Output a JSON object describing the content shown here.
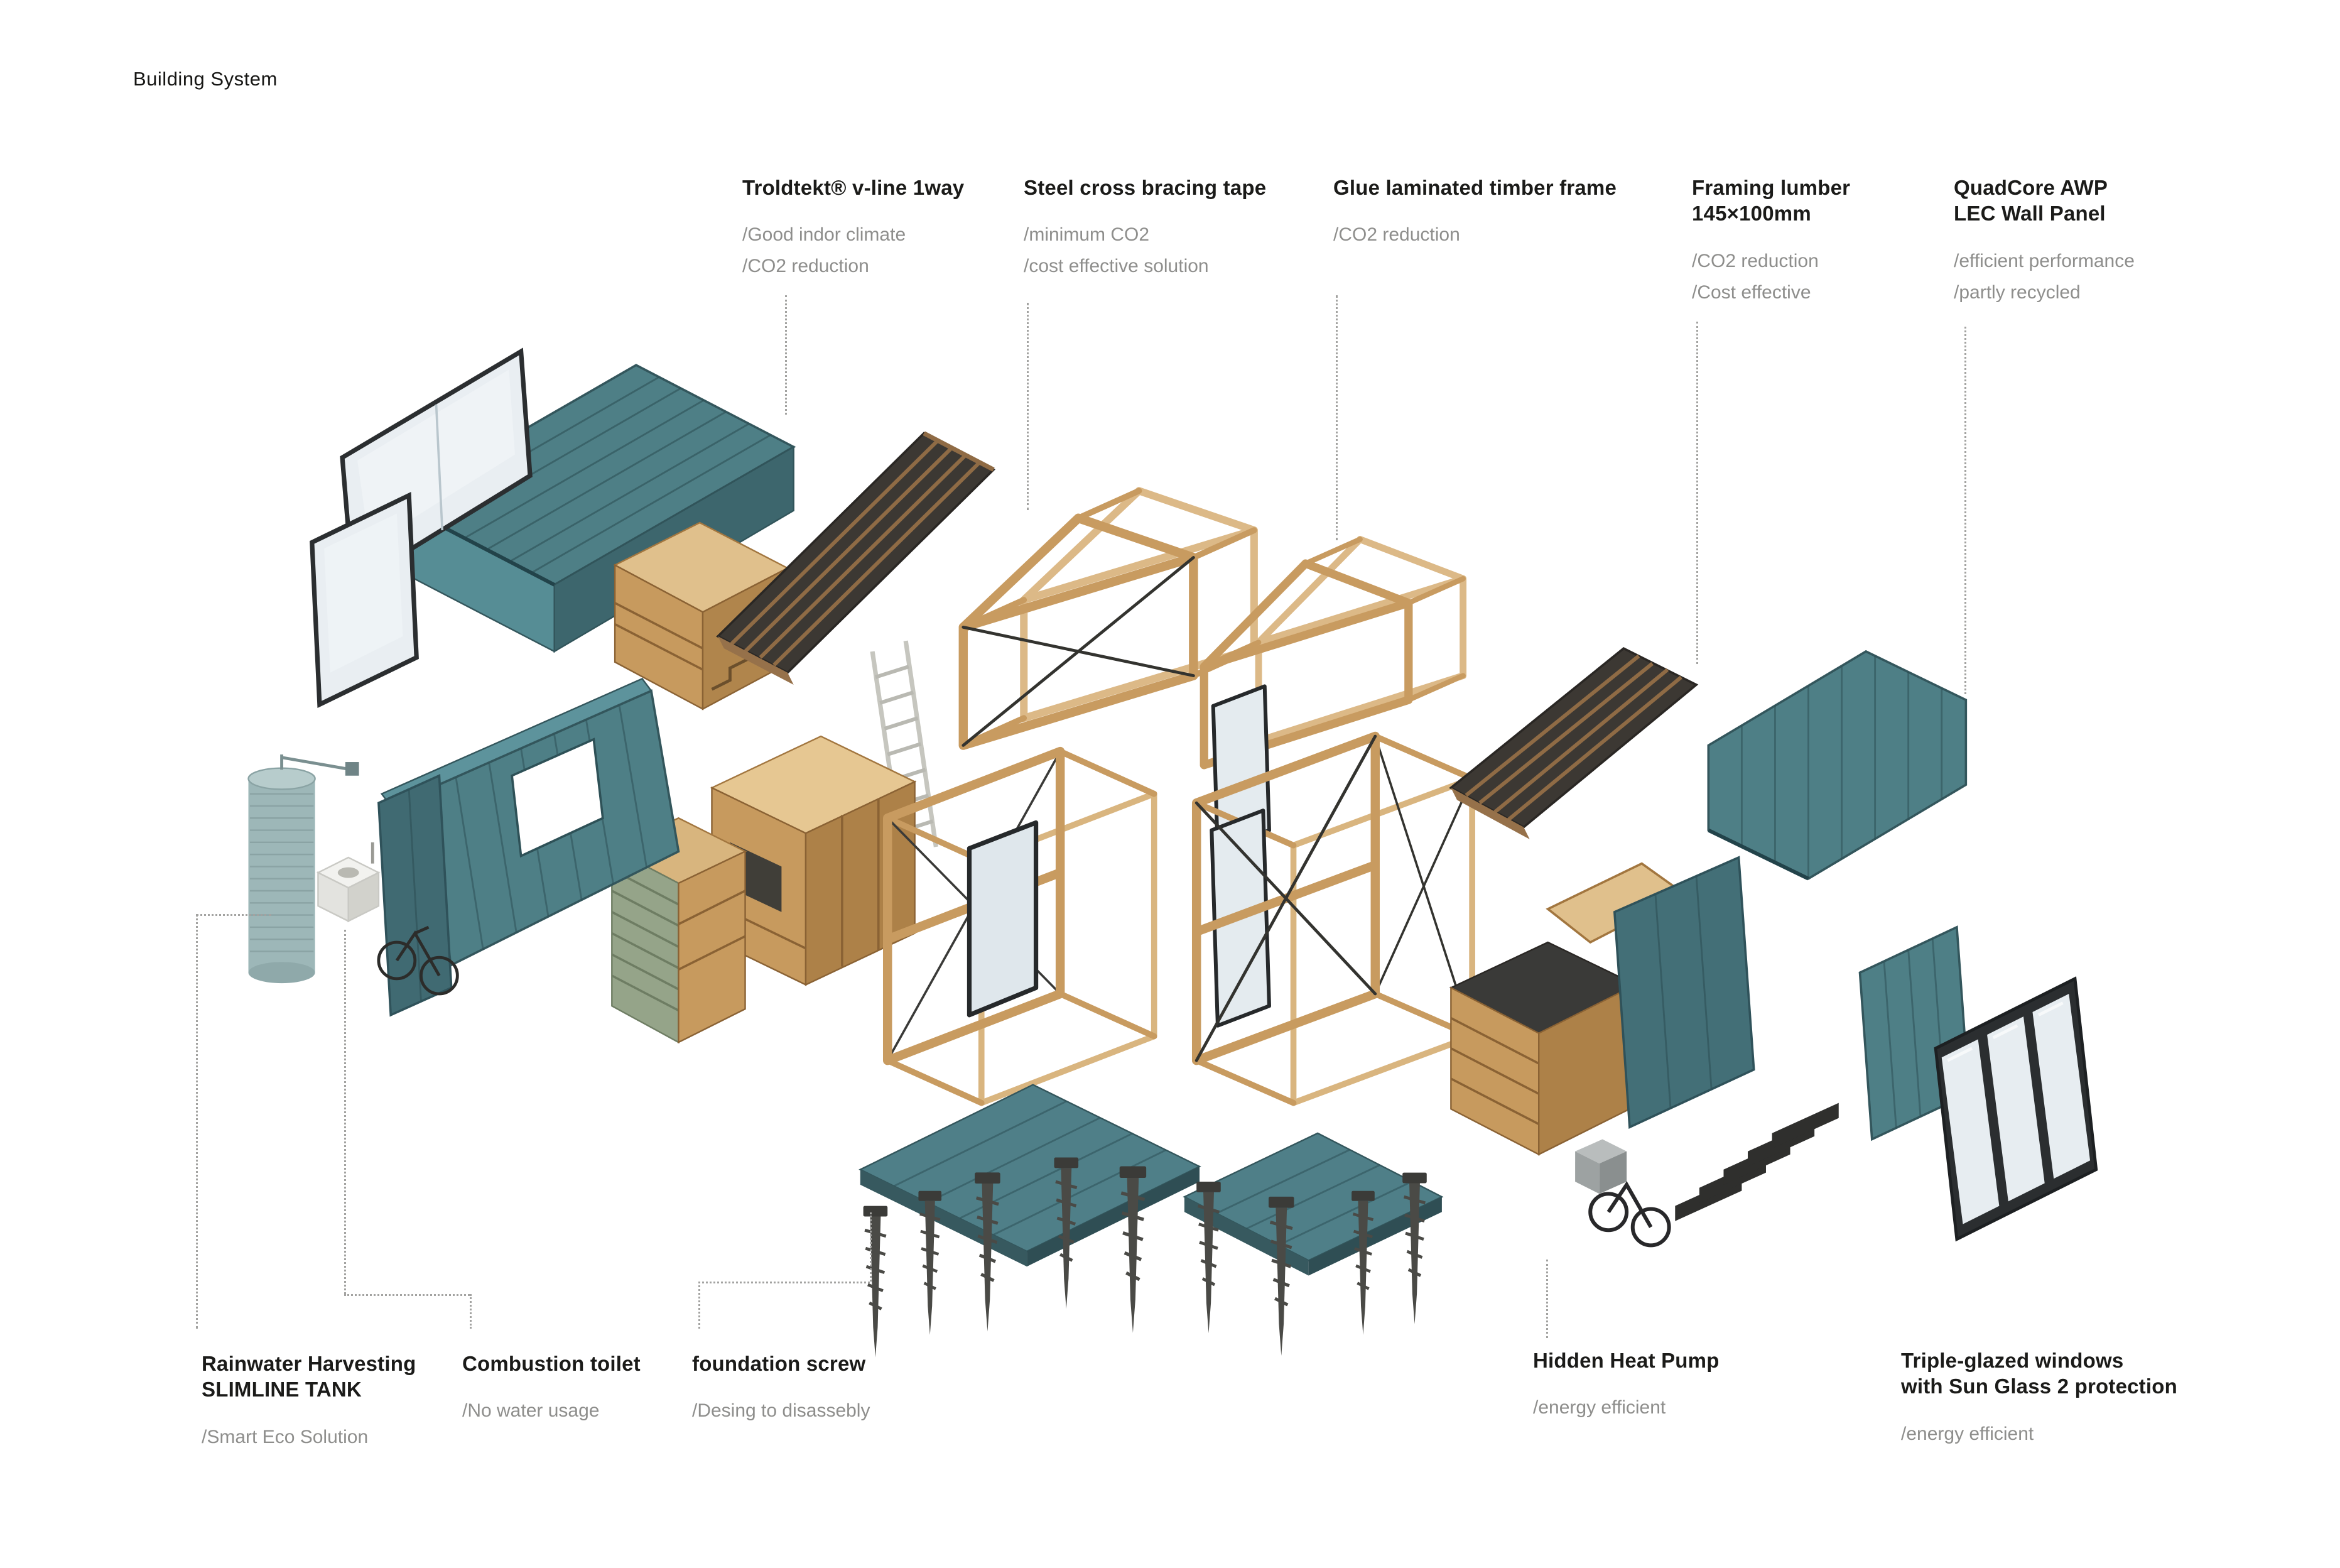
{
  "page": {
    "title": "Building System"
  },
  "labels": {
    "troldtekt": {
      "title": "Troldtekt® v-line 1way",
      "features": [
        "/Good indor climate",
        "/CO2 reduction"
      ]
    },
    "steel_bracing": {
      "title": "Steel cross bracing tape",
      "features": [
        "/minimum CO2",
        "/cost effective solution"
      ]
    },
    "glulam_frame": {
      "title": "Glue laminated timber frame",
      "features": [
        "/CO2 reduction"
      ]
    },
    "framing_lumber": {
      "title": "Framing lumber\n145×100mm",
      "features": [
        "/CO2 reduction",
        "/Cost effective"
      ]
    },
    "quadcore": {
      "title": "QuadCore AWP\nLEC Wall Panel",
      "features": [
        "/efficient performance",
        "/partly recycled"
      ]
    },
    "rainwater": {
      "title": "Rainwater Harvesting\nSLIMLINE TANK",
      "features": [
        "/Smart Eco Solution"
      ]
    },
    "combustion_toilet": {
      "title": "Combustion toilet",
      "features": [
        "/No water usage"
      ]
    },
    "foundation_screw": {
      "title": "foundation screw",
      "features": [
        "/Desing to disassebly"
      ]
    },
    "heat_pump": {
      "title": "Hidden Heat Pump",
      "features": [
        "/energy efficient"
      ]
    },
    "triple_windows": {
      "title": "Triple-glazed windows\nwith Sun Glass 2 protection",
      "features": [
        "/energy efficient"
      ]
    }
  },
  "colors": {
    "panel_teal": "#4e7f86",
    "panel_teal_dark": "#3d666d",
    "timber": "#c89b60",
    "timber_light": "#dcb987",
    "roof_dark": "#3c3833",
    "glass": "#e9eef2",
    "text_primary": "#1b1b19",
    "text_secondary": "#8e8e8c",
    "leader_gray": "#a3a3a1"
  }
}
